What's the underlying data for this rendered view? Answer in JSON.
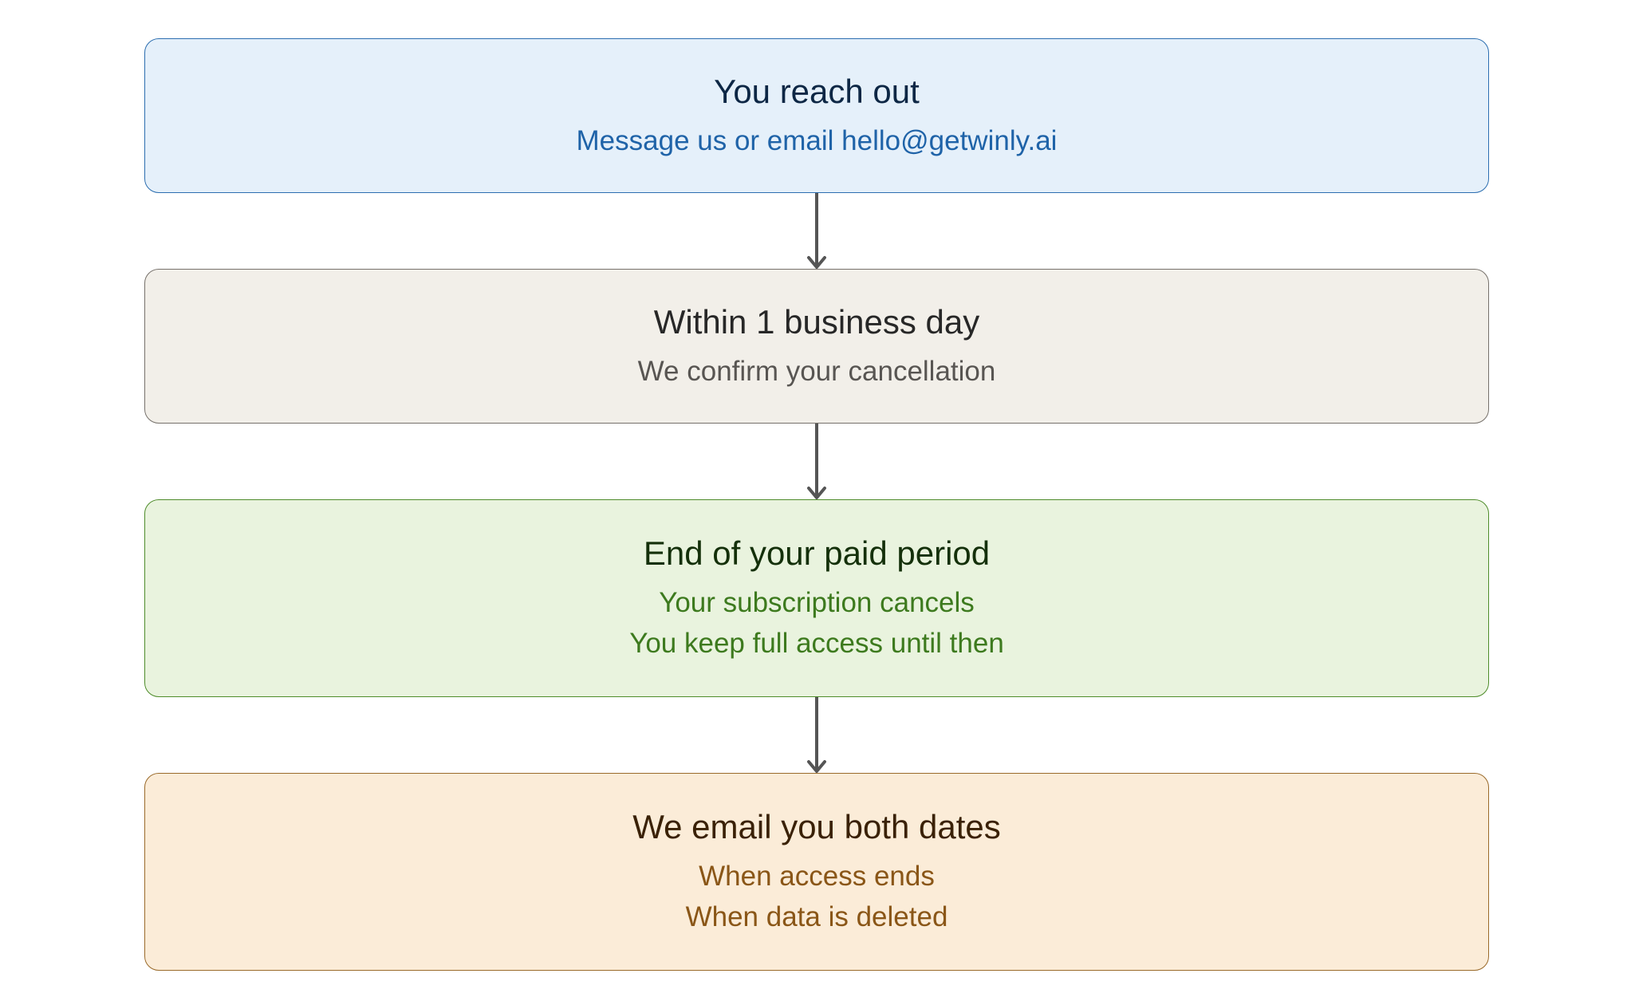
{
  "steps": [
    {
      "title": "You reach out",
      "lines": [
        "Message us or email hello@getwinly.ai"
      ]
    },
    {
      "title": "Within 1 business day",
      "lines": [
        "We confirm your cancellation"
      ]
    },
    {
      "title": "End of your paid period",
      "lines": [
        "Your subscription cancels",
        "You keep full access until then"
      ]
    },
    {
      "title": "We email you both dates",
      "lines": [
        "When access ends",
        "When data is deleted"
      ]
    }
  ],
  "colors": {
    "step_1_fill": "#e5f0fa",
    "step_1_border": "#2c6eb0",
    "step_2_fill": "#f2efe9",
    "step_2_border": "#76716b",
    "step_3_fill": "#e9f3de",
    "step_3_border": "#4e8c2a",
    "step_4_fill": "#fbecd8",
    "step_4_border": "#9a6a2a",
    "arrow": "#555555"
  }
}
